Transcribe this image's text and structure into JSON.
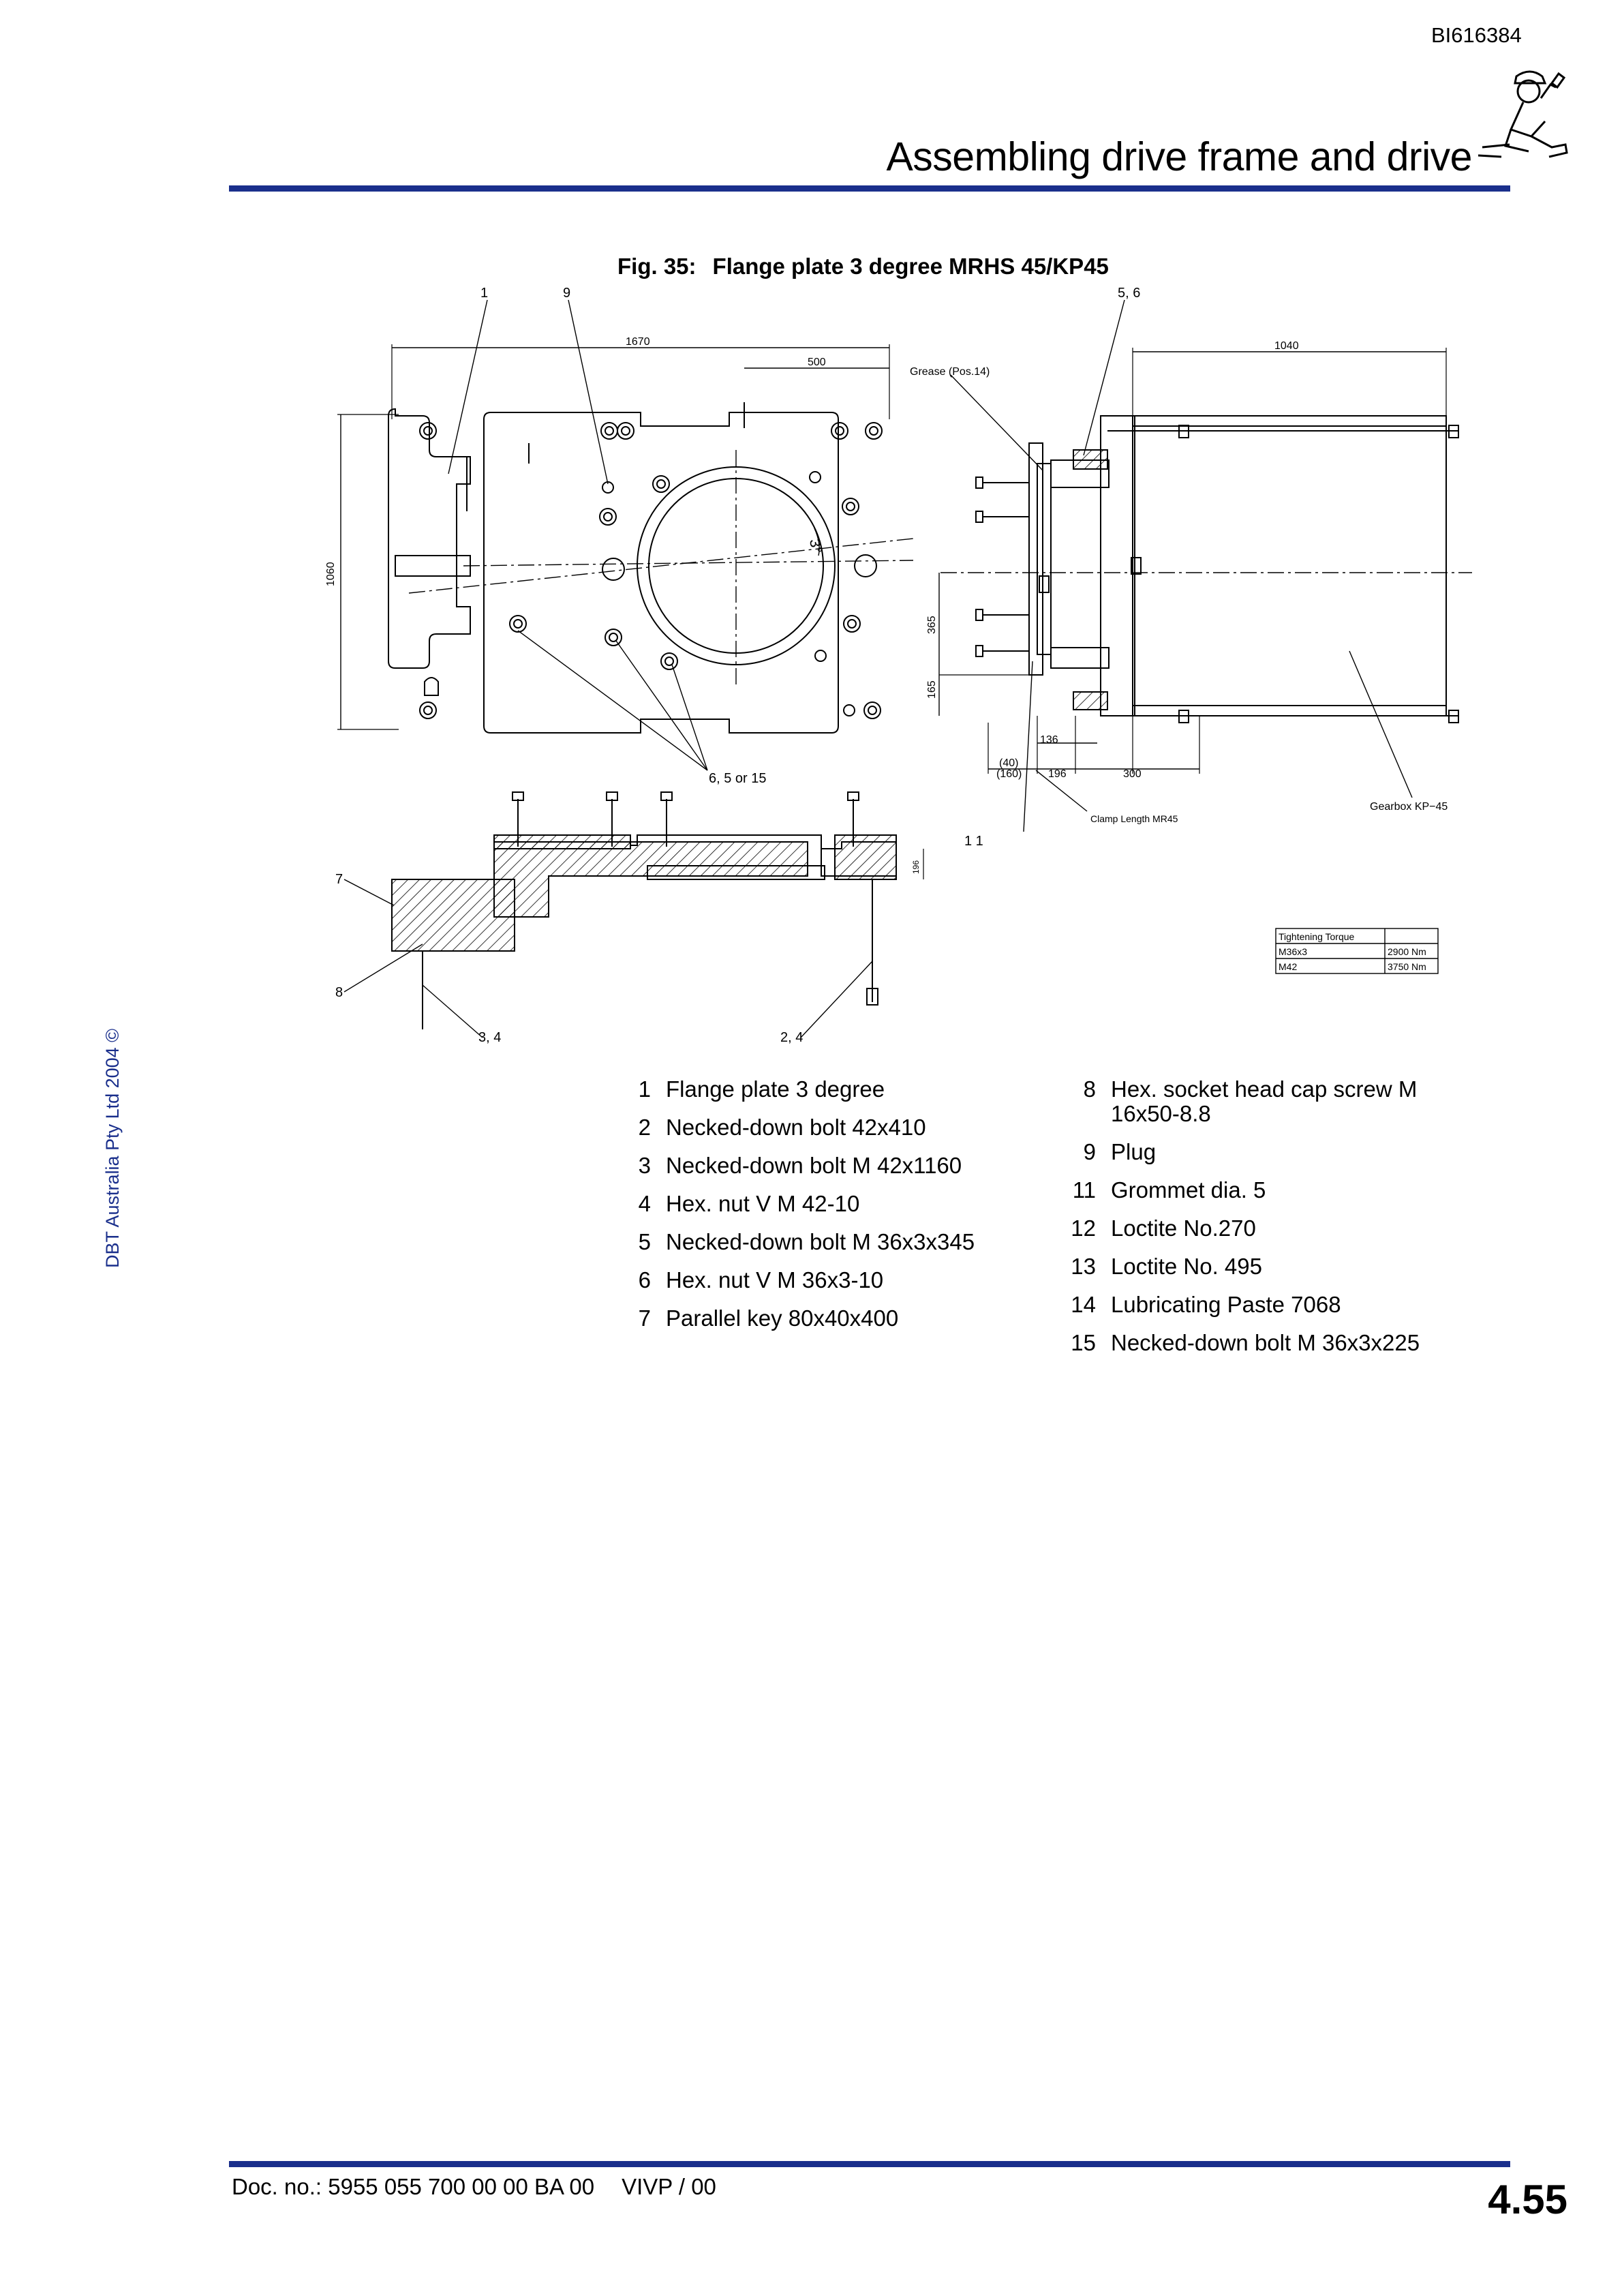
{
  "header": {
    "doc_id": "BI616384",
    "title": "Assembling drive frame and drive"
  },
  "sidebar": {
    "copyright": "DBT Australia Pty Ltd 2004 ©"
  },
  "figure": {
    "number": "Fig. 35:",
    "title": "Flange plate 3 degree MRHS 45/KP45",
    "callouts": {
      "c1": "1",
      "c9": "9",
      "c56": "5, 6",
      "c6515": "6, 5 or 15",
      "c7": "7",
      "c8": "8",
      "c34": "3, 4",
      "c24": "2, 4",
      "c11": "1 1"
    },
    "dimensions": {
      "d1670": "1670",
      "d500": "500",
      "d1060": "1060",
      "d1040": "1040",
      "d365": "365",
      "d165": "165",
      "d136": "136",
      "d40": "(40)",
      "d160": "(160)",
      "d196": "196",
      "d300": "300",
      "d196b": "196",
      "angle": "3°"
    },
    "labels": {
      "grease": "Grease  (Pos.14)",
      "clamp": "Clamp Length MR45",
      "gearbox": "Gearbox KP−45"
    },
    "torque_table": {
      "header": "Tightening  Torque",
      "rows": [
        {
          "size": "M36x3",
          "torque": "2900  Nm"
        },
        {
          "size": "M42",
          "torque": "3750  Nm"
        }
      ]
    }
  },
  "parts_left": [
    {
      "num": "1",
      "text": "Flange plate 3 degree"
    },
    {
      "num": "2",
      "text": "Necked-down bolt 42x410"
    },
    {
      "num": "3",
      "text": "Necked-down bolt M 42x1160"
    },
    {
      "num": "4",
      "text": "Hex. nut V M 42-10"
    },
    {
      "num": "5",
      "text": "Necked-down bolt M 36x3x345"
    },
    {
      "num": "6",
      "text": "Hex. nut V M 36x3-10"
    },
    {
      "num": "7",
      "text": "Parallel key 80x40x400"
    }
  ],
  "parts_right": [
    {
      "num": "8",
      "text": "Hex. socket head cap screw M 16x50-8.8"
    },
    {
      "num": "9",
      "text": "Plug"
    },
    {
      "num": "11",
      "text": "Grommet dia. 5"
    },
    {
      "num": "12",
      "text": "Loctite No.270"
    },
    {
      "num": "13",
      "text": "Loctite No. 495"
    },
    {
      "num": "14",
      "text": "Lubricating Paste 7068"
    },
    {
      "num": "15",
      "text": "Necked-down bolt M 36x3x225"
    }
  ],
  "footer": {
    "doc_no": "Doc. no.: 5955 055 700 00 00 BA 00",
    "version": "VIVP / 00",
    "page": "4.55"
  },
  "colors": {
    "rule": "#1a2f8c",
    "copyright_text": "#1a2f8c"
  }
}
